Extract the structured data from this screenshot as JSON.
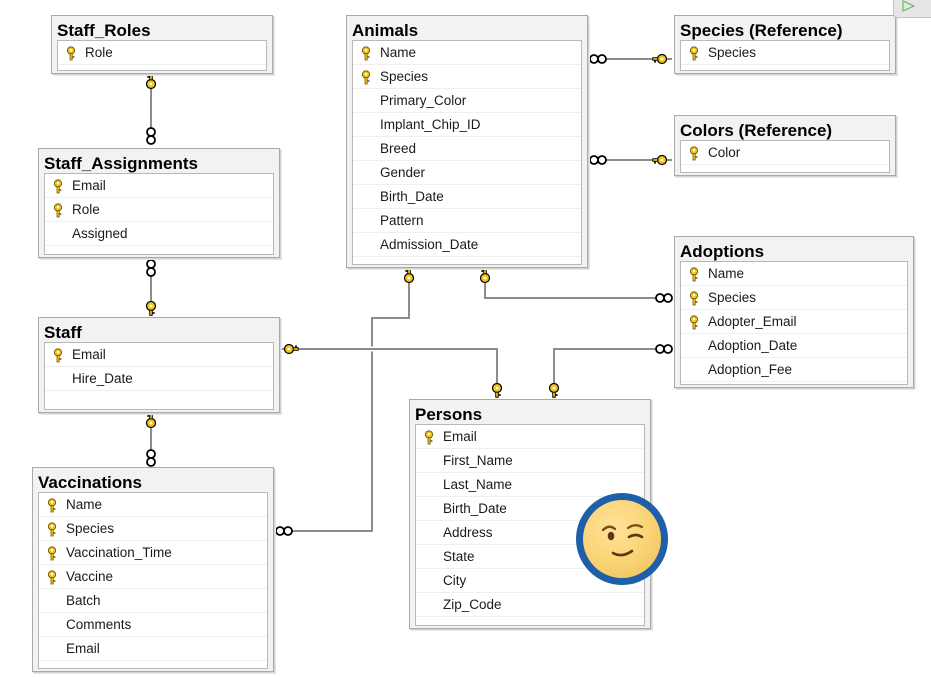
{
  "tables": [
    {
      "id": "staff_roles",
      "title": "Staff_Roles",
      "columns": [
        {
          "name": "Role",
          "key": true
        }
      ]
    },
    {
      "id": "animals",
      "title": "Animals",
      "columns": [
        {
          "name": "Name",
          "key": true
        },
        {
          "name": "Species",
          "key": true
        },
        {
          "name": "Primary_Color",
          "key": false
        },
        {
          "name": "Implant_Chip_ID",
          "key": false
        },
        {
          "name": "Breed",
          "key": false
        },
        {
          "name": "Gender",
          "key": false
        },
        {
          "name": "Birth_Date",
          "key": false
        },
        {
          "name": "Pattern",
          "key": false
        },
        {
          "name": "Admission_Date",
          "key": false
        }
      ]
    },
    {
      "id": "species_ref",
      "title": "Species (Reference)",
      "columns": [
        {
          "name": "Species",
          "key": true
        }
      ]
    },
    {
      "id": "colors_ref",
      "title": "Colors (Reference)",
      "columns": [
        {
          "name": "Color",
          "key": true
        }
      ]
    },
    {
      "id": "staff_assignments",
      "title": "Staff_Assignments",
      "columns": [
        {
          "name": "Email",
          "key": true
        },
        {
          "name": "Role",
          "key": true
        },
        {
          "name": "Assigned",
          "key": false
        }
      ]
    },
    {
      "id": "adoptions",
      "title": "Adoptions",
      "columns": [
        {
          "name": "Name",
          "key": true
        },
        {
          "name": "Species",
          "key": true
        },
        {
          "name": "Adopter_Email",
          "key": true
        },
        {
          "name": "Adoption_Date",
          "key": false
        },
        {
          "name": "Adoption_Fee",
          "key": false
        }
      ]
    },
    {
      "id": "staff",
      "title": "Staff",
      "columns": [
        {
          "name": "Email",
          "key": true
        },
        {
          "name": "Hire_Date",
          "key": false
        }
      ]
    },
    {
      "id": "persons",
      "title": "Persons",
      "columns": [
        {
          "name": "Email",
          "key": true
        },
        {
          "name": "First_Name",
          "key": false
        },
        {
          "name": "Last_Name",
          "key": false
        },
        {
          "name": "Birth_Date",
          "key": false
        },
        {
          "name": "Address",
          "key": false
        },
        {
          "name": "State",
          "key": false
        },
        {
          "name": "City",
          "key": false
        },
        {
          "name": "Zip_Code",
          "key": false
        }
      ]
    },
    {
      "id": "vaccinations",
      "title": "Vaccinations",
      "columns": [
        {
          "name": "Name",
          "key": true
        },
        {
          "name": "Species",
          "key": true
        },
        {
          "name": "Vaccination_Time",
          "key": true
        },
        {
          "name": "Vaccine",
          "key": true
        },
        {
          "name": "Batch",
          "key": false
        },
        {
          "name": "Comments",
          "key": false
        },
        {
          "name": "Email",
          "key": false
        }
      ]
    }
  ],
  "colors": {
    "key_gold": "#f0c419",
    "key_outline": "#7a5c00",
    "line": "#8c8c8c",
    "emoji_ring": "#1f5fa8"
  },
  "icons": {
    "primary_key": "key-icon",
    "one_end": "key-end-icon",
    "many_end": "infinity-icon",
    "overlay": "winking-face-icon"
  }
}
